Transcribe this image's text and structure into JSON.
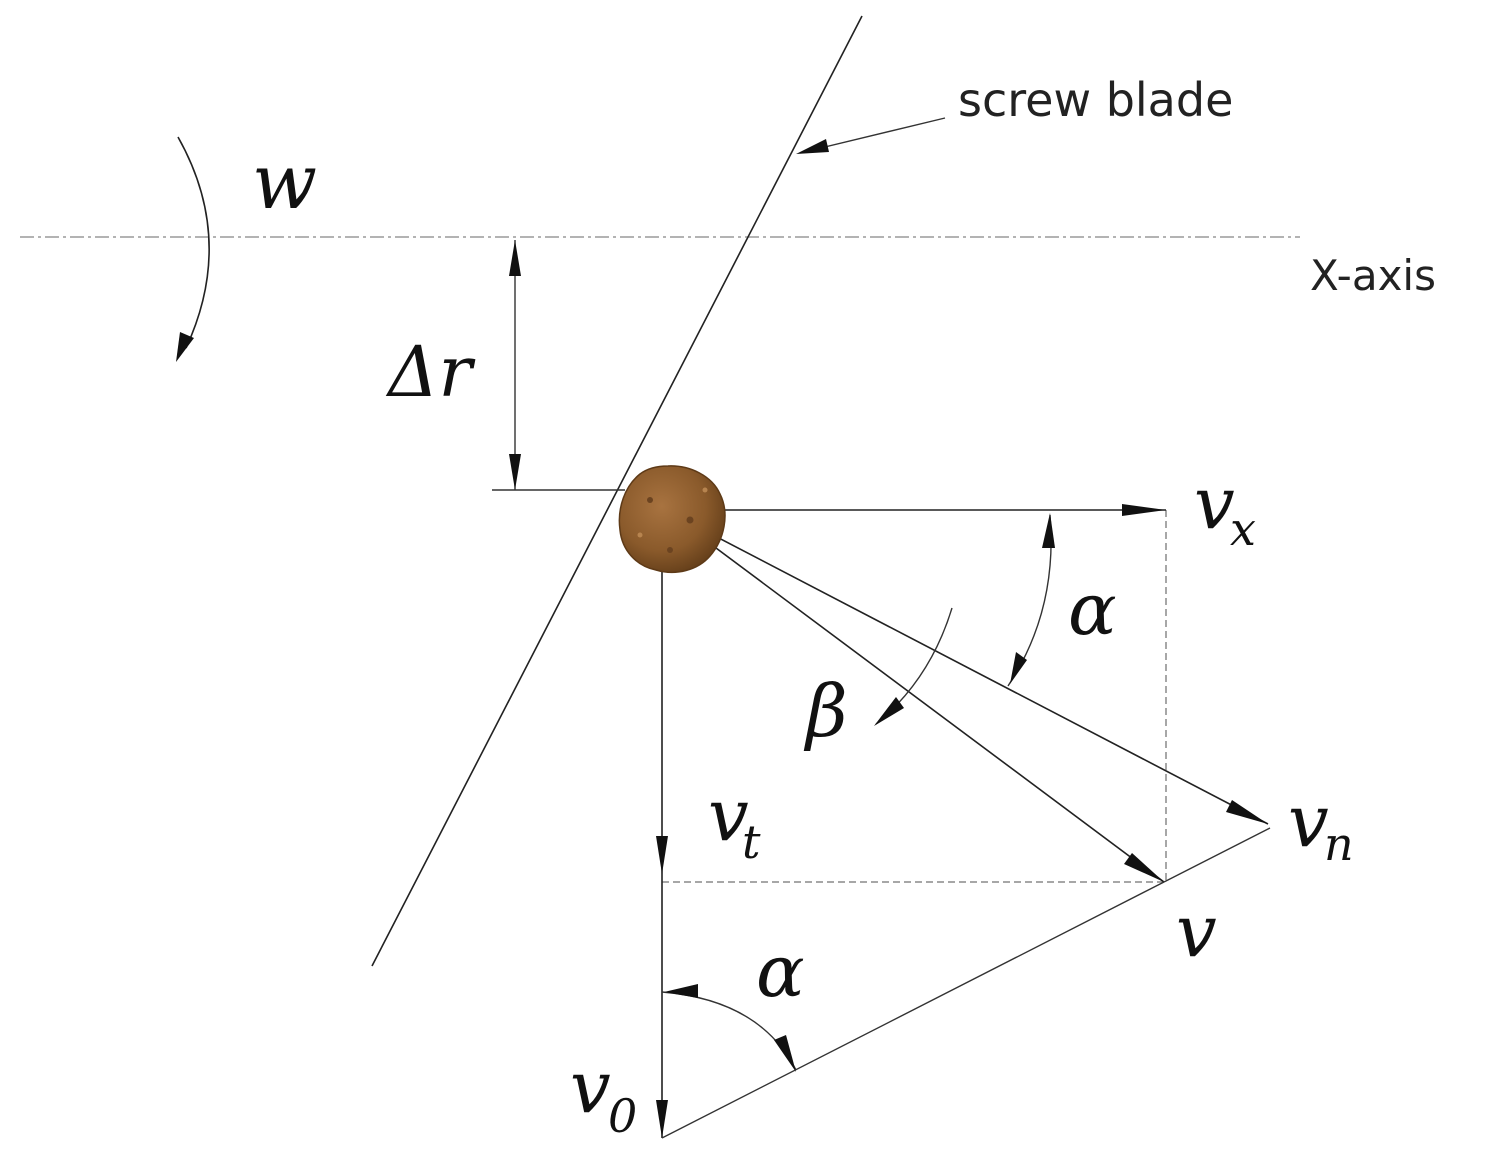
{
  "labels": {
    "screw_blade": "screw blade",
    "x_axis": "X-axis",
    "w": "w",
    "delta_r": "Δr",
    "vx_main": "v",
    "vx_sub": "x",
    "vn_main": "v",
    "vn_sub": "n",
    "vt_main": "v",
    "vt_sub": "t",
    "v": "v",
    "v0_main": "v",
    "v0_sub": "0",
    "alpha_top": "α",
    "alpha_bottom": "α",
    "beta": "β"
  },
  "colors": {
    "particle_fill": "#8a5a2b",
    "particle_edge": "#5e3a17",
    "line": "#222222",
    "dashed": "#8a8a8a"
  }
}
